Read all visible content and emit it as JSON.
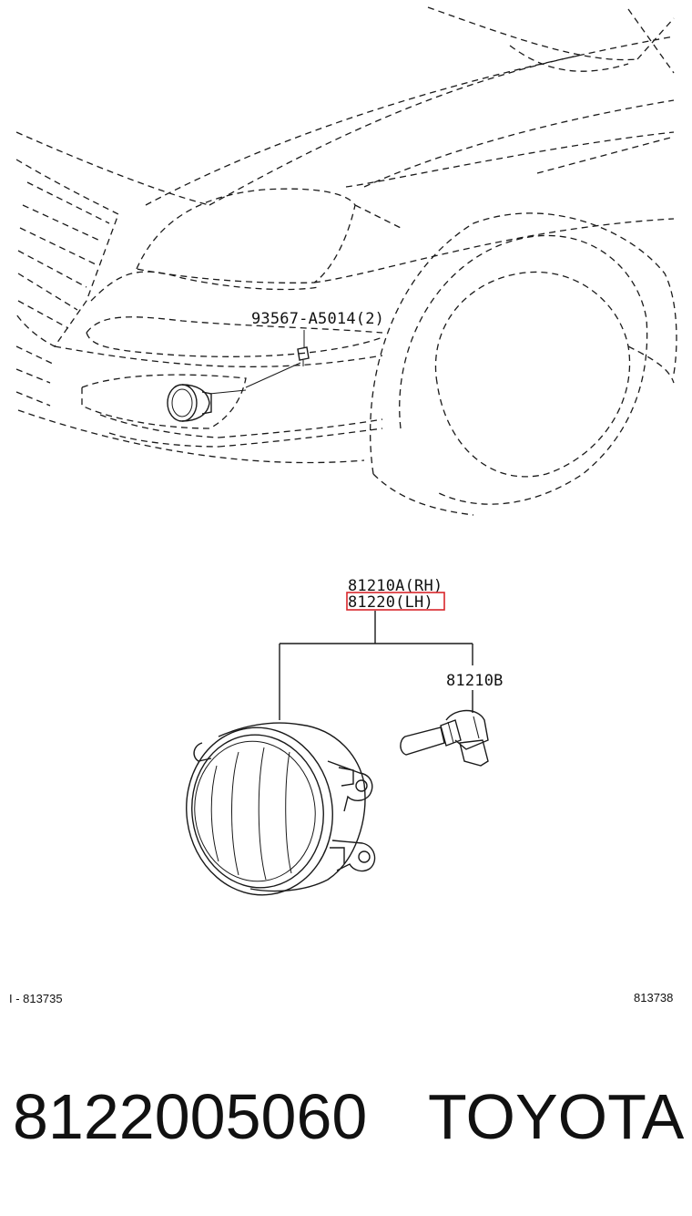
{
  "diagram": {
    "callouts": {
      "bolt": "93567-A5014(2)",
      "fog_lamp_rh": "81210A(RH)",
      "fog_lamp_lh": "81220(LH)",
      "bulb": "81210B"
    },
    "refs": {
      "left": "I - 813735",
      "right": "813738"
    },
    "highlight_color": "#d9262b"
  },
  "caption": {
    "part_number": "8122005060",
    "brand": "TOYOTA"
  }
}
